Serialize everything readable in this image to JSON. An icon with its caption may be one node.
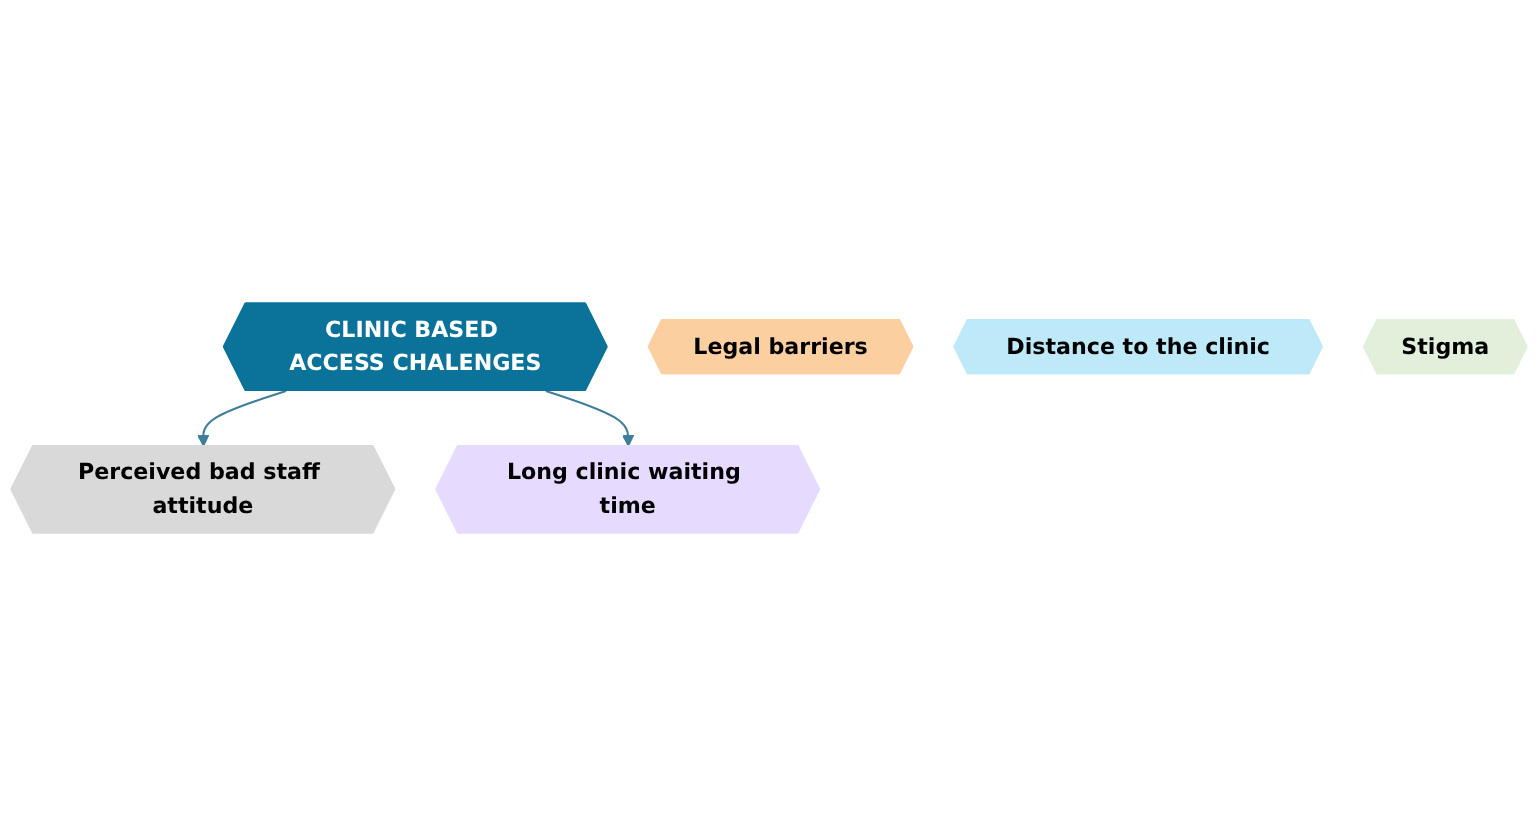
{
  "diagram": {
    "nodes": [
      {
        "text": [
          "CLINIC BASED ACCESS CHALENGES"
        ]
      },
      {
        "text": [
          "Perceived bad staff attitude"
        ]
      },
      {
        "text": [
          "Legal barriers"
        ]
      },
      {
        "text": [
          "Distance to the clinic"
        ]
      },
      {
        "text": [
          "Long clinic waiting time"
        ]
      },
      {
        "text": [
          "Stigma"
        ]
      }
    ],
    "edges": [
      {
        "from": 0,
        "to": 1,
        "arrow": "to"
      },
      {
        "from": 0,
        "to": 4,
        "arrow": "to"
      }
    ]
  }
}
